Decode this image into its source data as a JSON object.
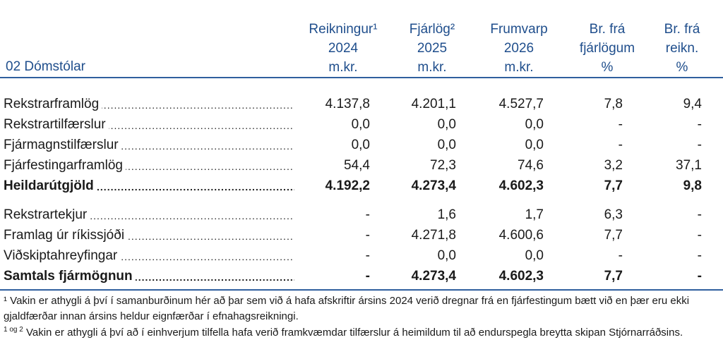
{
  "header": {
    "section": "02 Dómstólar",
    "columns": [
      {
        "l1": "Reikningur¹",
        "l2": "2024",
        "l3": "m.kr."
      },
      {
        "l1": "Fjárlög²",
        "l2": "2025",
        "l3": "m.kr."
      },
      {
        "l1": "Frumvarp",
        "l2": "2026",
        "l3": "m.kr."
      },
      {
        "l1": "Br. frá",
        "l2": "fjárlögum",
        "l3": "%"
      },
      {
        "l1": "Br. frá",
        "l2": "reikn.",
        "l3": "%"
      }
    ]
  },
  "rows": [
    {
      "label": "Rekstrarframlög",
      "values": [
        "4.137,8",
        "4.201,1",
        "4.527,7",
        "7,8",
        "9,4"
      ]
    },
    {
      "label": "Rekstrartilfærslur",
      "values": [
        "0,0",
        "0,0",
        "0,0",
        "-",
        "-"
      ]
    },
    {
      "label": "Fjármagnstilfærslur",
      "values": [
        "0,0",
        "0,0",
        "0,0",
        "-",
        "-"
      ]
    },
    {
      "label": "Fjárfestingarframlög",
      "values": [
        "54,4",
        "72,3",
        "74,6",
        "3,2",
        "37,1"
      ]
    },
    {
      "label": "Heildarútgjöld",
      "values": [
        "4.192,2",
        "4.273,4",
        "4.602,3",
        "7,7",
        "9,8"
      ]
    },
    {
      "label": "Rekstrartekjur",
      "values": [
        "-",
        "1,6",
        "1,7",
        "6,3",
        "-"
      ]
    },
    {
      "label": "Framlag úr ríkissjóði",
      "values": [
        "-",
        "4.271,8",
        "4.600,6",
        "7,7",
        "-"
      ]
    },
    {
      "label": "Viðskiptahreyfingar",
      "values": [
        "-",
        "0,0",
        "0,0",
        "-",
        "-"
      ]
    },
    {
      "label": "Samtals fjármögnun",
      "values": [
        "-",
        "4.273,4",
        "4.602,3",
        "7,7",
        "-"
      ]
    }
  ],
  "footnotes": {
    "f1_mark": "¹",
    "f1_text": "Vakin er athygli á því í samanburðinum hér að þar sem við á hafa afskriftir ársins 2024 verið dregnar frá en fjárfestingum bætt við en þær eru ekki gjaldfærðar innan ársins heldur eignfærðar í efnahagsreikningi.",
    "f2_mark": "1 og 2",
    "f2_text": "Vakin er athygli á því að í einhverjum tilfella hafa verið framkvæmdar tilfærslur á heimildum til að endurspegla breytta skipan Stjórnarráðsins."
  }
}
